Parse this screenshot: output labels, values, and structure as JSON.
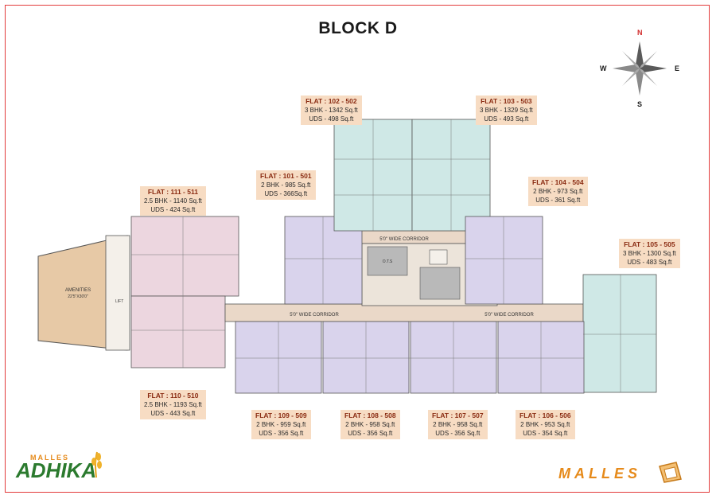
{
  "title": "BLOCK D",
  "compass": {
    "n": "N",
    "s": "S",
    "e": "E",
    "w": "W"
  },
  "flats": [
    {
      "id": "102-502",
      "name": "FLAT : 102 - 502",
      "type": "3 BHK - 1342 Sq.ft",
      "uds": "UDS - 498 Sq.ft"
    },
    {
      "id": "103-503",
      "name": "FLAT : 103 - 503",
      "type": "3 BHK - 1329 Sq.ft",
      "uds": "UDS - 493 Sq.ft"
    },
    {
      "id": "101-501",
      "name": "FLAT : 101 - 501",
      "type": "2 BHK - 985 Sq.ft",
      "uds": "UDS - 366Sq.ft"
    },
    {
      "id": "104-504",
      "name": "FLAT : 104 - 504",
      "type": "2 BHK - 973 Sq.ft",
      "uds": "UDS - 361 Sq.ft"
    },
    {
      "id": "111-511",
      "name": "FLAT : 111 - 511",
      "type": "2.5 BHK - 1140 Sq.ft",
      "uds": "UDS - 424 Sq.ft"
    },
    {
      "id": "105-505",
      "name": "FLAT : 105 - 505",
      "type": "3 BHK - 1300 Sq.ft",
      "uds": "UDS - 483 Sq.ft"
    },
    {
      "id": "110-510",
      "name": "FLAT : 110 - 510",
      "type": "2.5 BHK - 1193 Sq.ft",
      "uds": "UDS - 443 Sq.ft"
    },
    {
      "id": "109-509",
      "name": "FLAT : 109 - 509",
      "type": "2 BHK - 959 Sq.ft",
      "uds": "UDS - 356 Sq.ft"
    },
    {
      "id": "108-508",
      "name": "FLAT : 108 - 508",
      "type": "2 BHK - 958 Sq.ft",
      "uds": "UDS - 356 Sq.ft"
    },
    {
      "id": "107-507",
      "name": "FLAT : 107 - 507",
      "type": "2 BHK - 958 Sq.ft",
      "uds": "UDS - 356 Sq.ft"
    },
    {
      "id": "106-506",
      "name": "FLAT : 106 - 506",
      "type": "2 BHK - 953 Sq.ft",
      "uds": "UDS - 354 Sq.ft"
    }
  ],
  "plan": {
    "corridor_top": "5'0\" WIDE CORRIDOR",
    "corridor_left": "5'0\" WIDE CORRIDOR",
    "corridor_right": "5'0\" WIDE CORRIDOR",
    "amenities": "AMENITIES",
    "amenities_size": "22'5\"X30'0\"",
    "lift": "LIFT",
    "ots": "O.T.S"
  },
  "brand": {
    "left_small": "MALLES",
    "left_big": "ADHIKA",
    "right": "MALLES"
  },
  "colors": {
    "label_bg": "#f7dcc3",
    "corridor": "#ead8c8",
    "flat_purple": "#d9d3ec",
    "flat_teal": "#cfe8e6",
    "flat_pink": "#ecd6df",
    "amenities": "#e7c9a6"
  }
}
